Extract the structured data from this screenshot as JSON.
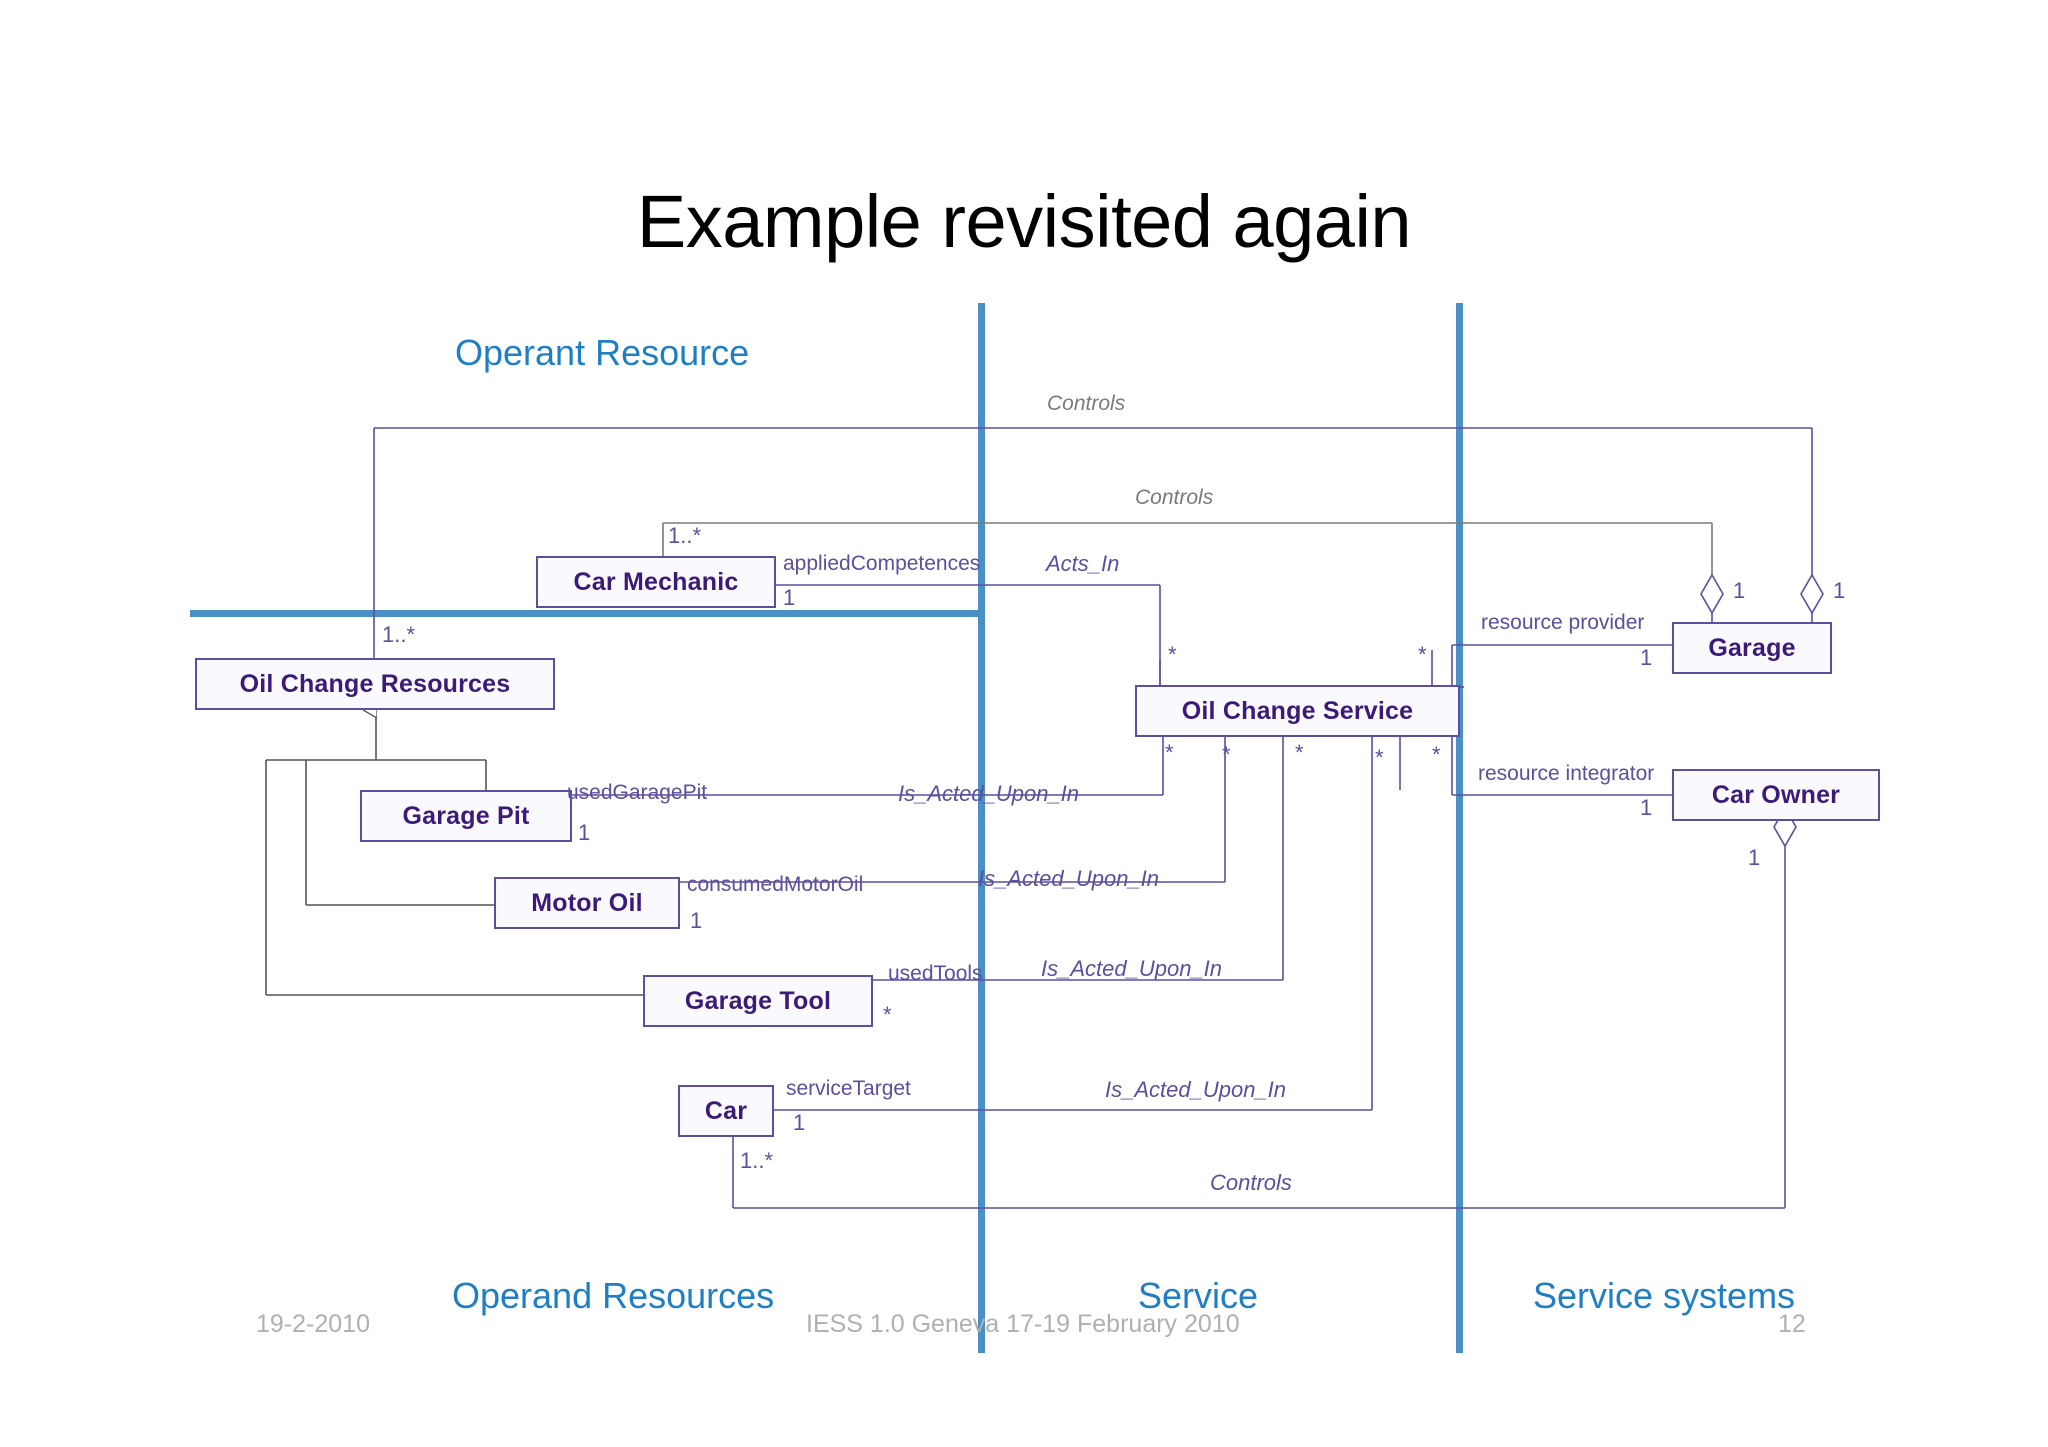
{
  "slide": {
    "title": "Example revisited again",
    "zones": [
      {
        "id": "operant-resource",
        "label": "Operant Resource"
      },
      {
        "id": "operand-resources",
        "label": "Operand Resources"
      },
      {
        "id": "service",
        "label": "Service"
      },
      {
        "id": "service-systems",
        "label": "Service systems"
      }
    ],
    "footer": {
      "date": "19-2-2010",
      "center": "IESS 1.0 Geneva 17-19 February 2010",
      "page": "12"
    },
    "colors": {
      "accent_blue": "#1f7fc4",
      "divider_blue": "#4a90c4",
      "class_border": "#5b4f9e",
      "class_fill": "#faf9fd",
      "class_text": "#3b1a78",
      "connector": "#5b4f9e",
      "connector_gray": "#7a7a7a",
      "footer_gray": "#b0b0b0",
      "title_black": "#000000"
    }
  },
  "classes": [
    {
      "id": "car-mechanic",
      "name": "Car Mechanic"
    },
    {
      "id": "oil-change-resources",
      "name": "Oil Change Resources"
    },
    {
      "id": "garage-pit",
      "name": "Garage Pit"
    },
    {
      "id": "motor-oil",
      "name": "Motor Oil"
    },
    {
      "id": "garage-tool",
      "name": "Garage Tool"
    },
    {
      "id": "car",
      "name": "Car"
    },
    {
      "id": "oil-change-service",
      "name": "Oil Change Service"
    },
    {
      "id": "garage",
      "name": "Garage"
    },
    {
      "id": "car-owner",
      "name": "Car Owner"
    }
  ],
  "association_labels": [
    {
      "id": "controls-top",
      "text": "Controls",
      "style": "gray-italic"
    },
    {
      "id": "controls-second",
      "text": "Controls",
      "style": "gray-italic"
    },
    {
      "id": "applied-competences",
      "text": "appliedCompetences",
      "style": "plain"
    },
    {
      "id": "acts-in",
      "text": "Acts_In",
      "style": "italic"
    },
    {
      "id": "resource-provider",
      "text": "resource provider",
      "style": "plain"
    },
    {
      "id": "resource-integrator",
      "text": "resource integrator",
      "style": "plain"
    },
    {
      "id": "used-garage-pit",
      "text": "usedGaragePit",
      "style": "plain"
    },
    {
      "id": "is-acted-upon-in-1",
      "text": "Is_Acted_Upon_In",
      "style": "italic"
    },
    {
      "id": "consumed-motor-oil",
      "text": "consumedMotorOil",
      "style": "plain"
    },
    {
      "id": "is-acted-upon-in-2",
      "text": "Is_Acted_Upon_In",
      "style": "italic"
    },
    {
      "id": "used-tools",
      "text": "usedTools",
      "style": "plain"
    },
    {
      "id": "is-acted-upon-in-3",
      "text": "Is_Acted_Upon_In",
      "style": "italic"
    },
    {
      "id": "service-target",
      "text": "serviceTarget",
      "style": "plain"
    },
    {
      "id": "is-acted-upon-in-4",
      "text": "Is_Acted_Upon_In",
      "style": "italic"
    },
    {
      "id": "controls-bottom",
      "text": "Controls",
      "style": "italic"
    }
  ],
  "multiplicities": [
    {
      "id": "m-mechanic-top",
      "text": "1..*"
    },
    {
      "id": "m-mechanic-bottom",
      "text": "1"
    },
    {
      "id": "m-ocr-top",
      "text": "1..*"
    },
    {
      "id": "m-garage-diamond-1",
      "text": "1"
    },
    {
      "id": "m-garage-diamond-2",
      "text": "1"
    },
    {
      "id": "m-garage-left",
      "text": "1"
    },
    {
      "id": "m-svc-up-left",
      "text": "*"
    },
    {
      "id": "m-svc-up-right",
      "text": "*"
    },
    {
      "id": "m-svc-down-1",
      "text": "*"
    },
    {
      "id": "m-svc-down-2",
      "text": "*"
    },
    {
      "id": "m-svc-down-3",
      "text": "*"
    },
    {
      "id": "m-svc-down-4",
      "text": "*"
    },
    {
      "id": "m-svc-down-5",
      "text": "*"
    },
    {
      "id": "m-garagepit",
      "text": "1"
    },
    {
      "id": "m-motoroil",
      "text": "1"
    },
    {
      "id": "m-garagetool",
      "text": "*"
    },
    {
      "id": "m-carowner-left",
      "text": "1"
    },
    {
      "id": "m-carowner-diamond",
      "text": "1"
    },
    {
      "id": "m-car-right",
      "text": "1"
    },
    {
      "id": "m-car-bottom",
      "text": "1..*"
    }
  ]
}
